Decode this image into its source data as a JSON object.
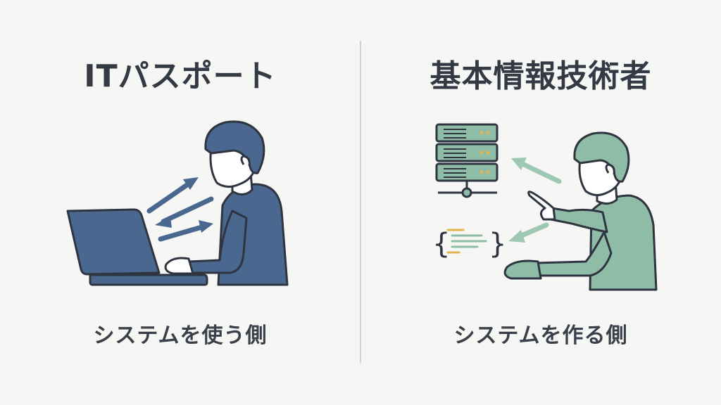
{
  "left": {
    "title": "ITパスポート",
    "caption": "システムを使う側",
    "illustration": {
      "person_color": "#4a6790",
      "laptop_color": "#4a6790",
      "arrow_color": "#4a6790"
    }
  },
  "right": {
    "title": "基本情報技術者",
    "caption": "システムを作る側",
    "illustration": {
      "person_color": "#8fbca6",
      "server_color": "#8fbca6",
      "arrow_color": "#9ec7b6",
      "code_accent": "#e0b54b"
    }
  },
  "colors": {
    "background": "#f6f6f4",
    "divider": "#c9d6e2",
    "outline": "#2f3540"
  }
}
